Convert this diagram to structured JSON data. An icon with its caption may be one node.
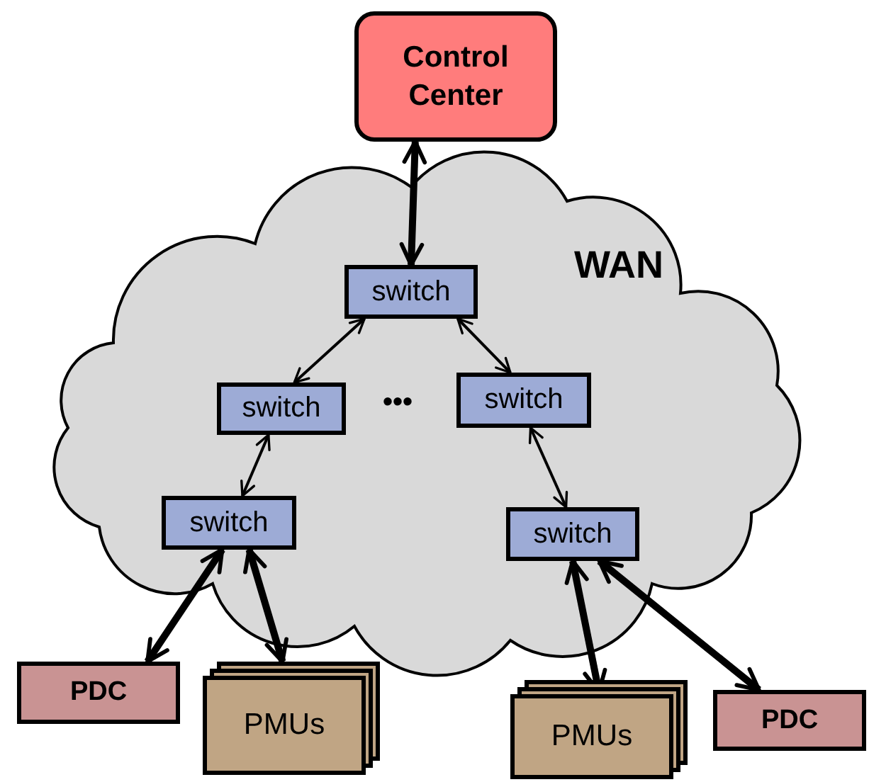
{
  "diagram": {
    "nodes": [
      {
        "text": [
          "Control Center"
        ]
      },
      {
        "text": [
          "WAN"
        ]
      },
      {
        "text": [
          "switch"
        ],
        "in": 1
      },
      {
        "text": [
          "switch"
        ],
        "in": 1
      },
      {
        "text": [
          "switch"
        ],
        "in": 1
      },
      {
        "text": [
          "switch"
        ],
        "in": 1
      },
      {
        "text": [
          "switch"
        ],
        "in": 1
      },
      {
        "text": [
          "PDC"
        ]
      },
      {
        "text": [
          "PMUs"
        ]
      },
      {
        "text": [
          "PMUs"
        ]
      },
      {
        "text": [
          "PDC"
        ]
      }
    ],
    "edges": [
      {
        "from": 0,
        "to": 2,
        "arrow": "both"
      },
      {
        "from": 2,
        "to": 3,
        "arrow": "both"
      },
      {
        "from": 2,
        "to": 4,
        "arrow": "both"
      },
      {
        "from": 3,
        "to": 5,
        "arrow": "both"
      },
      {
        "from": 4,
        "to": 6,
        "arrow": "both"
      },
      {
        "from": 5,
        "to": 7,
        "arrow": "both"
      },
      {
        "from": 5,
        "to": 8,
        "arrow": "both"
      },
      {
        "from": 6,
        "to": 9,
        "arrow": "both"
      },
      {
        "from": 6,
        "to": 10,
        "arrow": "both"
      }
    ],
    "labels": [
      "•••"
    ]
  }
}
